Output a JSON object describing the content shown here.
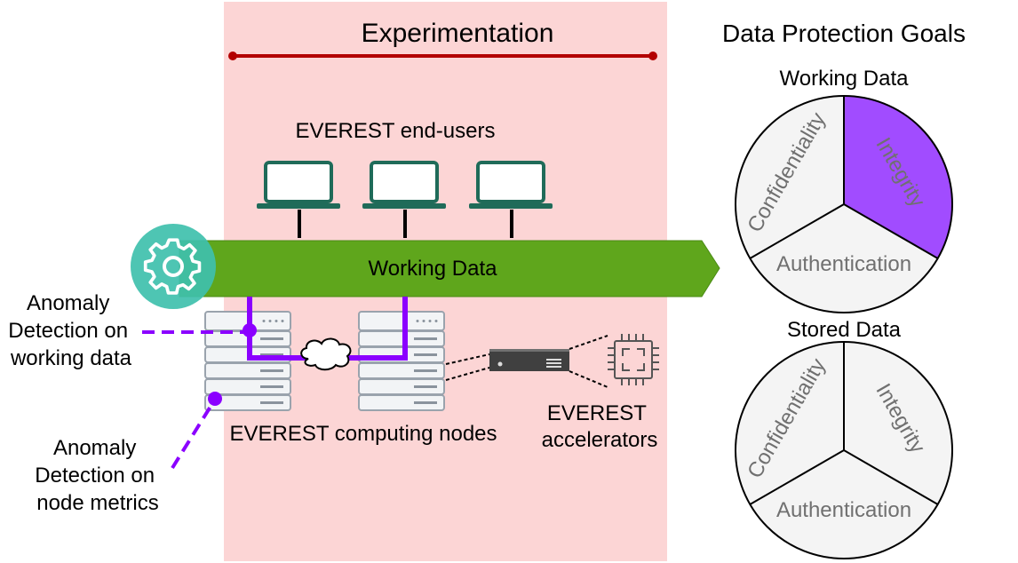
{
  "experimentation": {
    "title": "Experimentation"
  },
  "end_users": {
    "label": "EVEREST end-users"
  },
  "working_data_arrow": {
    "label": "Working Data"
  },
  "anomaly_working": {
    "lines": [
      "Anomaly",
      "Detection on",
      "working data"
    ]
  },
  "anomaly_metrics": {
    "lines": [
      "Anomaly",
      "Detection on",
      "node metrics"
    ]
  },
  "computing_nodes": {
    "label": "EVEREST computing nodes"
  },
  "accelerators": {
    "lines": [
      "EVEREST",
      "accelerators"
    ]
  },
  "goals": {
    "title": "Data Protection Goals",
    "working": {
      "title": "Working Data",
      "confidentiality": "Confidentiality",
      "integrity": "Integrity",
      "authentication": "Authentication"
    },
    "stored": {
      "title": "Stored Data",
      "confidentiality": "Confidentiality",
      "integrity": "Integrity",
      "authentication": "Authentication"
    }
  },
  "colors": {
    "experimentation_bg": "#fcd5d5",
    "experimentation_line": "#b30000",
    "arrow_green": "#5fa61c",
    "gear_teal": "#3fc0ad",
    "purple": "#8b00ff",
    "integrity_highlight": "#a14cff",
    "laptop_teal": "#1f6b59"
  }
}
